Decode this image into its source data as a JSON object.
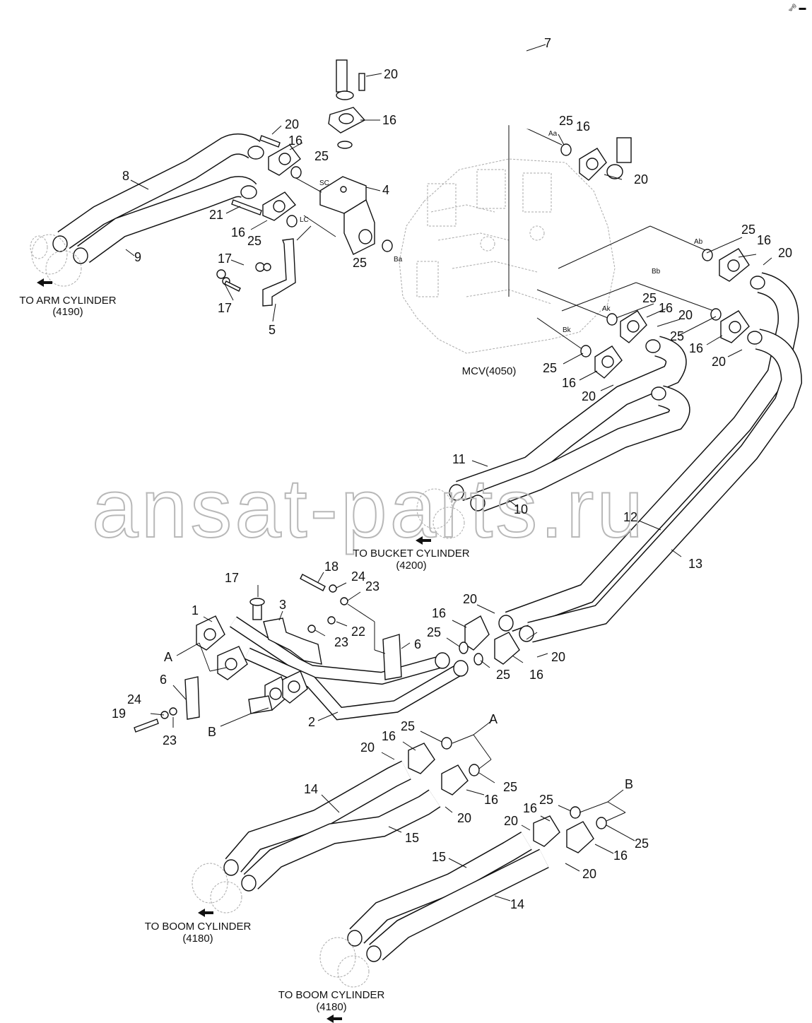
{
  "watermark": "ansat-parts.ru",
  "corner_mark": "🗝 ▬",
  "callouts": {
    "c7": "7",
    "c20_top": "20",
    "c16_top": "16",
    "c20_a": "20",
    "c16_a": "16",
    "c25_a": "25",
    "c8": "8",
    "c4": "4",
    "c21": "21",
    "c16_b": "16",
    "c25_b": "25",
    "c9": "9",
    "c17_a": "17",
    "c17_b": "17",
    "c5": "5",
    "c25_ba": "25",
    "c25_aa": "25",
    "c16_aa": "16",
    "c20_aa": "20",
    "c25_ab": "25",
    "c16_ab": "16",
    "c20_ab": "20",
    "c25_ak": "25",
    "c16_ak": "16",
    "c20_ak": "20",
    "c25_bb": "25",
    "c16_bb": "16",
    "c20_bb": "20",
    "c25_bk": "25",
    "c16_bk": "16",
    "c20_bk": "20",
    "c11": "11",
    "c10": "10",
    "c12": "12",
    "c13": "13",
    "c17_c": "17",
    "c18": "18",
    "c24_a": "24",
    "c23_a": "23",
    "c1": "1",
    "c3": "3",
    "c22": "22",
    "c23_b": "23",
    "cA": "A",
    "c6_a": "6",
    "c6_b": "6",
    "cB": "B",
    "c2": "2",
    "c19": "19",
    "c24_b": "24",
    "c23_c": "23",
    "c16_c": "16",
    "c20_c": "20",
    "c25_c": "25",
    "c20_d": "20",
    "c25_d": "25",
    "c16_d": "16",
    "cA2": "A",
    "c25_e": "25",
    "c16_e": "16",
    "c20_e": "20",
    "c25_f": "25",
    "c16_f": "16",
    "c20_f": "20",
    "c14_a": "14",
    "c15_a": "15",
    "cB2": "B",
    "c25_g": "25",
    "c16_g": "16",
    "c20_g": "20",
    "c25_h": "25",
    "c16_h": "16",
    "c20_h": "20",
    "c15_b": "15",
    "c14_b": "14"
  },
  "port_labels": {
    "sc": "SC",
    "lc": "LC",
    "ba": "Ba",
    "aa": "Aa",
    "ab": "Ab",
    "bb": "Bb",
    "ak": "Ak",
    "bk": "Bk"
  },
  "destinations": {
    "arm_line1": "TO ARM CYLINDER",
    "arm_line2": "(4190)",
    "mcv": "MCV(4050)",
    "bucket_line1": "TO BUCKET CYLINDER",
    "bucket_line2": "(4200)",
    "boom1_line1": "TO BOOM CYLINDER",
    "boom1_line2": "(4180)",
    "boom2_line1": "TO BOOM CYLINDER",
    "boom2_line2": "(4180)"
  },
  "icons": [
    "direction-arrow-icon"
  ]
}
